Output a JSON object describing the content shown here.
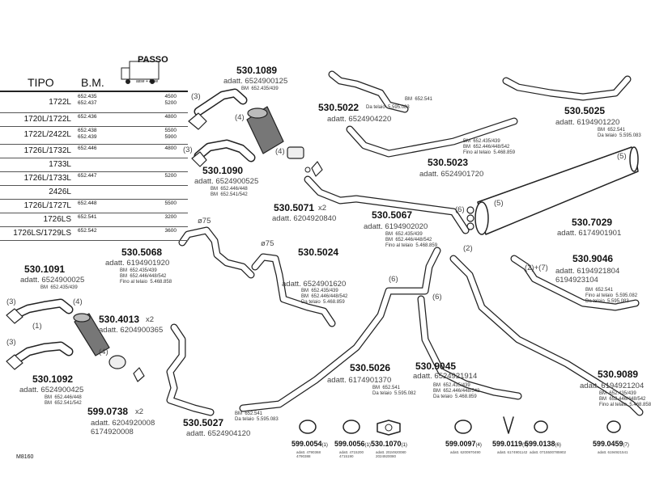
{
  "table": {
    "headers": {
      "tipo": "TIPO",
      "bm": "B.M.",
      "passo": "PASSO",
      "passo_sub": "asse  +  Asse"
    },
    "rows": [
      {
        "tipo": "1722L",
        "bm": "652.435\n652.437",
        "passo": "4500\n5200"
      },
      {
        "tipo": "1720L/1722L",
        "bm": "652.436",
        "passo": "4800"
      },
      {
        "tipo": "1722L/2422L",
        "bm": "652.438\n652.439",
        "passo": "5500\n5900"
      },
      {
        "tipo": "1726L/1732L",
        "bm": "652.446",
        "passo": "4800"
      },
      {
        "tipo": "1733L",
        "bm": "",
        "passo": ""
      },
      {
        "tipo": "1726L/1733L",
        "bm": "652.447",
        "passo": "5200"
      },
      {
        "tipo": "2426L",
        "bm": "",
        "passo": ""
      },
      {
        "tipo": "1726L/1727L",
        "bm": "652.448",
        "passo": "5500"
      },
      {
        "tipo": "1726LS",
        "bm": "652.541",
        "passo": "3200"
      },
      {
        "tipo": "1726LS/1729LS",
        "bm": "652.542",
        "passo": "3600"
      }
    ]
  },
  "parts": {
    "p1089": {
      "code": "530.1089",
      "adatt": "adatt. 6524900125",
      "note": "BM  652.435/439"
    },
    "p1090": {
      "code": "530.1090",
      "adatt": "adatt. 6524900525",
      "note": "BM  652.446/448\nBM  652.541/542"
    },
    "p5071": {
      "code": "530.5071",
      "qty": "x2",
      "adatt": "adatt. 6204920840"
    },
    "p5022": {
      "code": "530.5022",
      "from": "Da telaio  5.595.083",
      "adatt": "adatt. 6524904220",
      "note": "BM  652.541"
    },
    "p5025": {
      "code": "530.5025",
      "adatt": "adatt. 6194901220",
      "note": "BM  652.541\nDa telaio  5.595.083"
    },
    "p5023": {
      "code": "530.5023",
      "adatt": "adatt. 6524901720",
      "note": "BM  652.435/439\nBM  652.446/448/542\nFino al telaio  5.468.859"
    },
    "p5067": {
      "code": "530.5067",
      "adatt": "adatt. 6194902020",
      "note": "BM  652.435/439\nBM  652.446/448/542\nFino al telaio  5.468.859"
    },
    "p7029": {
      "code": "530.7029",
      "adatt": "adatt. 6174901901"
    },
    "p5068": {
      "code": "530.5068",
      "adatt": "adatt. 6194901920",
      "note": "BM  652.435/439\nBM  652.446/448/542\nFino al telaio  5.468.858"
    },
    "p5024": {
      "code": "530.5024",
      "adatt": "adatt. 6524901620",
      "note": "BM  652.435/439\nBM  652.446/448/542\nDa telaio  5.468.859"
    },
    "p9046": {
      "code": "530.9046",
      "adatt": "adatt. 6194921804\n6194923104",
      "note": "BM  652.541\nFino al telaio  5.595.082\nDa telaio  5.595.083"
    },
    "p1091": {
      "code": "530.1091",
      "adatt": "adatt. 6524900025",
      "note": "BM  652.435/439"
    },
    "p4013": {
      "code": "530.4013",
      "qty": "x2",
      "adatt": "adatt. 6204900365"
    },
    "p1092": {
      "code": "530.1092",
      "adatt": "adatt. 6524900425",
      "note": "BM  652.446/448\nBM  652.541/542"
    },
    "p5026": {
      "code": "530.5026",
      "adatt": "adatt. 6174901370",
      "note": "BM  652.541\nDa telaio  5.595.082"
    },
    "p9045": {
      "code": "530.9045",
      "adatt": "adatt. 6524921914",
      "note": "BM  652.435/439\nBM  652.446/448/542\nDa telaio  5.468.859"
    },
    "p9089": {
      "code": "530.9089",
      "adatt": "adatt. 6194921204",
      "note": "BM  652.435/439\nBM  652.446/448/542\nFino al telaio  5.468.858"
    },
    "p0738": {
      "code": "599.0738",
      "qty": "x2",
      "adatt": "adatt. 6204920008\n6174920008"
    },
    "p5027": {
      "code": "530.5027",
      "note": "BM  652.541\nDa telaio  5.595.083",
      "adatt": "adatt. 6524904120"
    }
  },
  "labels": {
    "n3a": "(3)",
    "n4a": "(4)",
    "n3b": "(3)",
    "n4b": "(4)",
    "n5a": "(5)",
    "n5b": "(5)",
    "n6a": "(6)",
    "n6b": "(6)",
    "n6c": "(6)",
    "n2": "(2)",
    "n27": "(2)+(7)",
    "n3c": "(3)",
    "n1": "(1)",
    "n4c": "(4)",
    "n3d": "(3)",
    "n4d": "(4)",
    "d75a": "ø75",
    "d75b": "ø75"
  },
  "bottom": [
    {
      "code": "599.0054",
      "qty": "(1)",
      "sub": "adatt. 4790368\n4790388"
    },
    {
      "code": "599.0056",
      "qty": "(1)",
      "sub": "adatt. 4715200\n4715190"
    },
    {
      "code": "530.1070",
      "qty": "(1)",
      "sub": "adatt. 2024920080\n2024920080"
    },
    {
      "code": "599.0097",
      "qty": "(4)",
      "sub": "adatt. 6200970490"
    },
    {
      "code": "599.0119",
      "qty": "(5)",
      "sub": "adatt. 6174901142"
    },
    {
      "code": "599.0138",
      "qty": "(6)",
      "sub": "adatt. 0715500785902"
    },
    {
      "code": "599.0459",
      "qty": "(7)",
      "sub": "adatt. 6194921541"
    }
  ],
  "footer": {
    "ref": "M8160"
  }
}
